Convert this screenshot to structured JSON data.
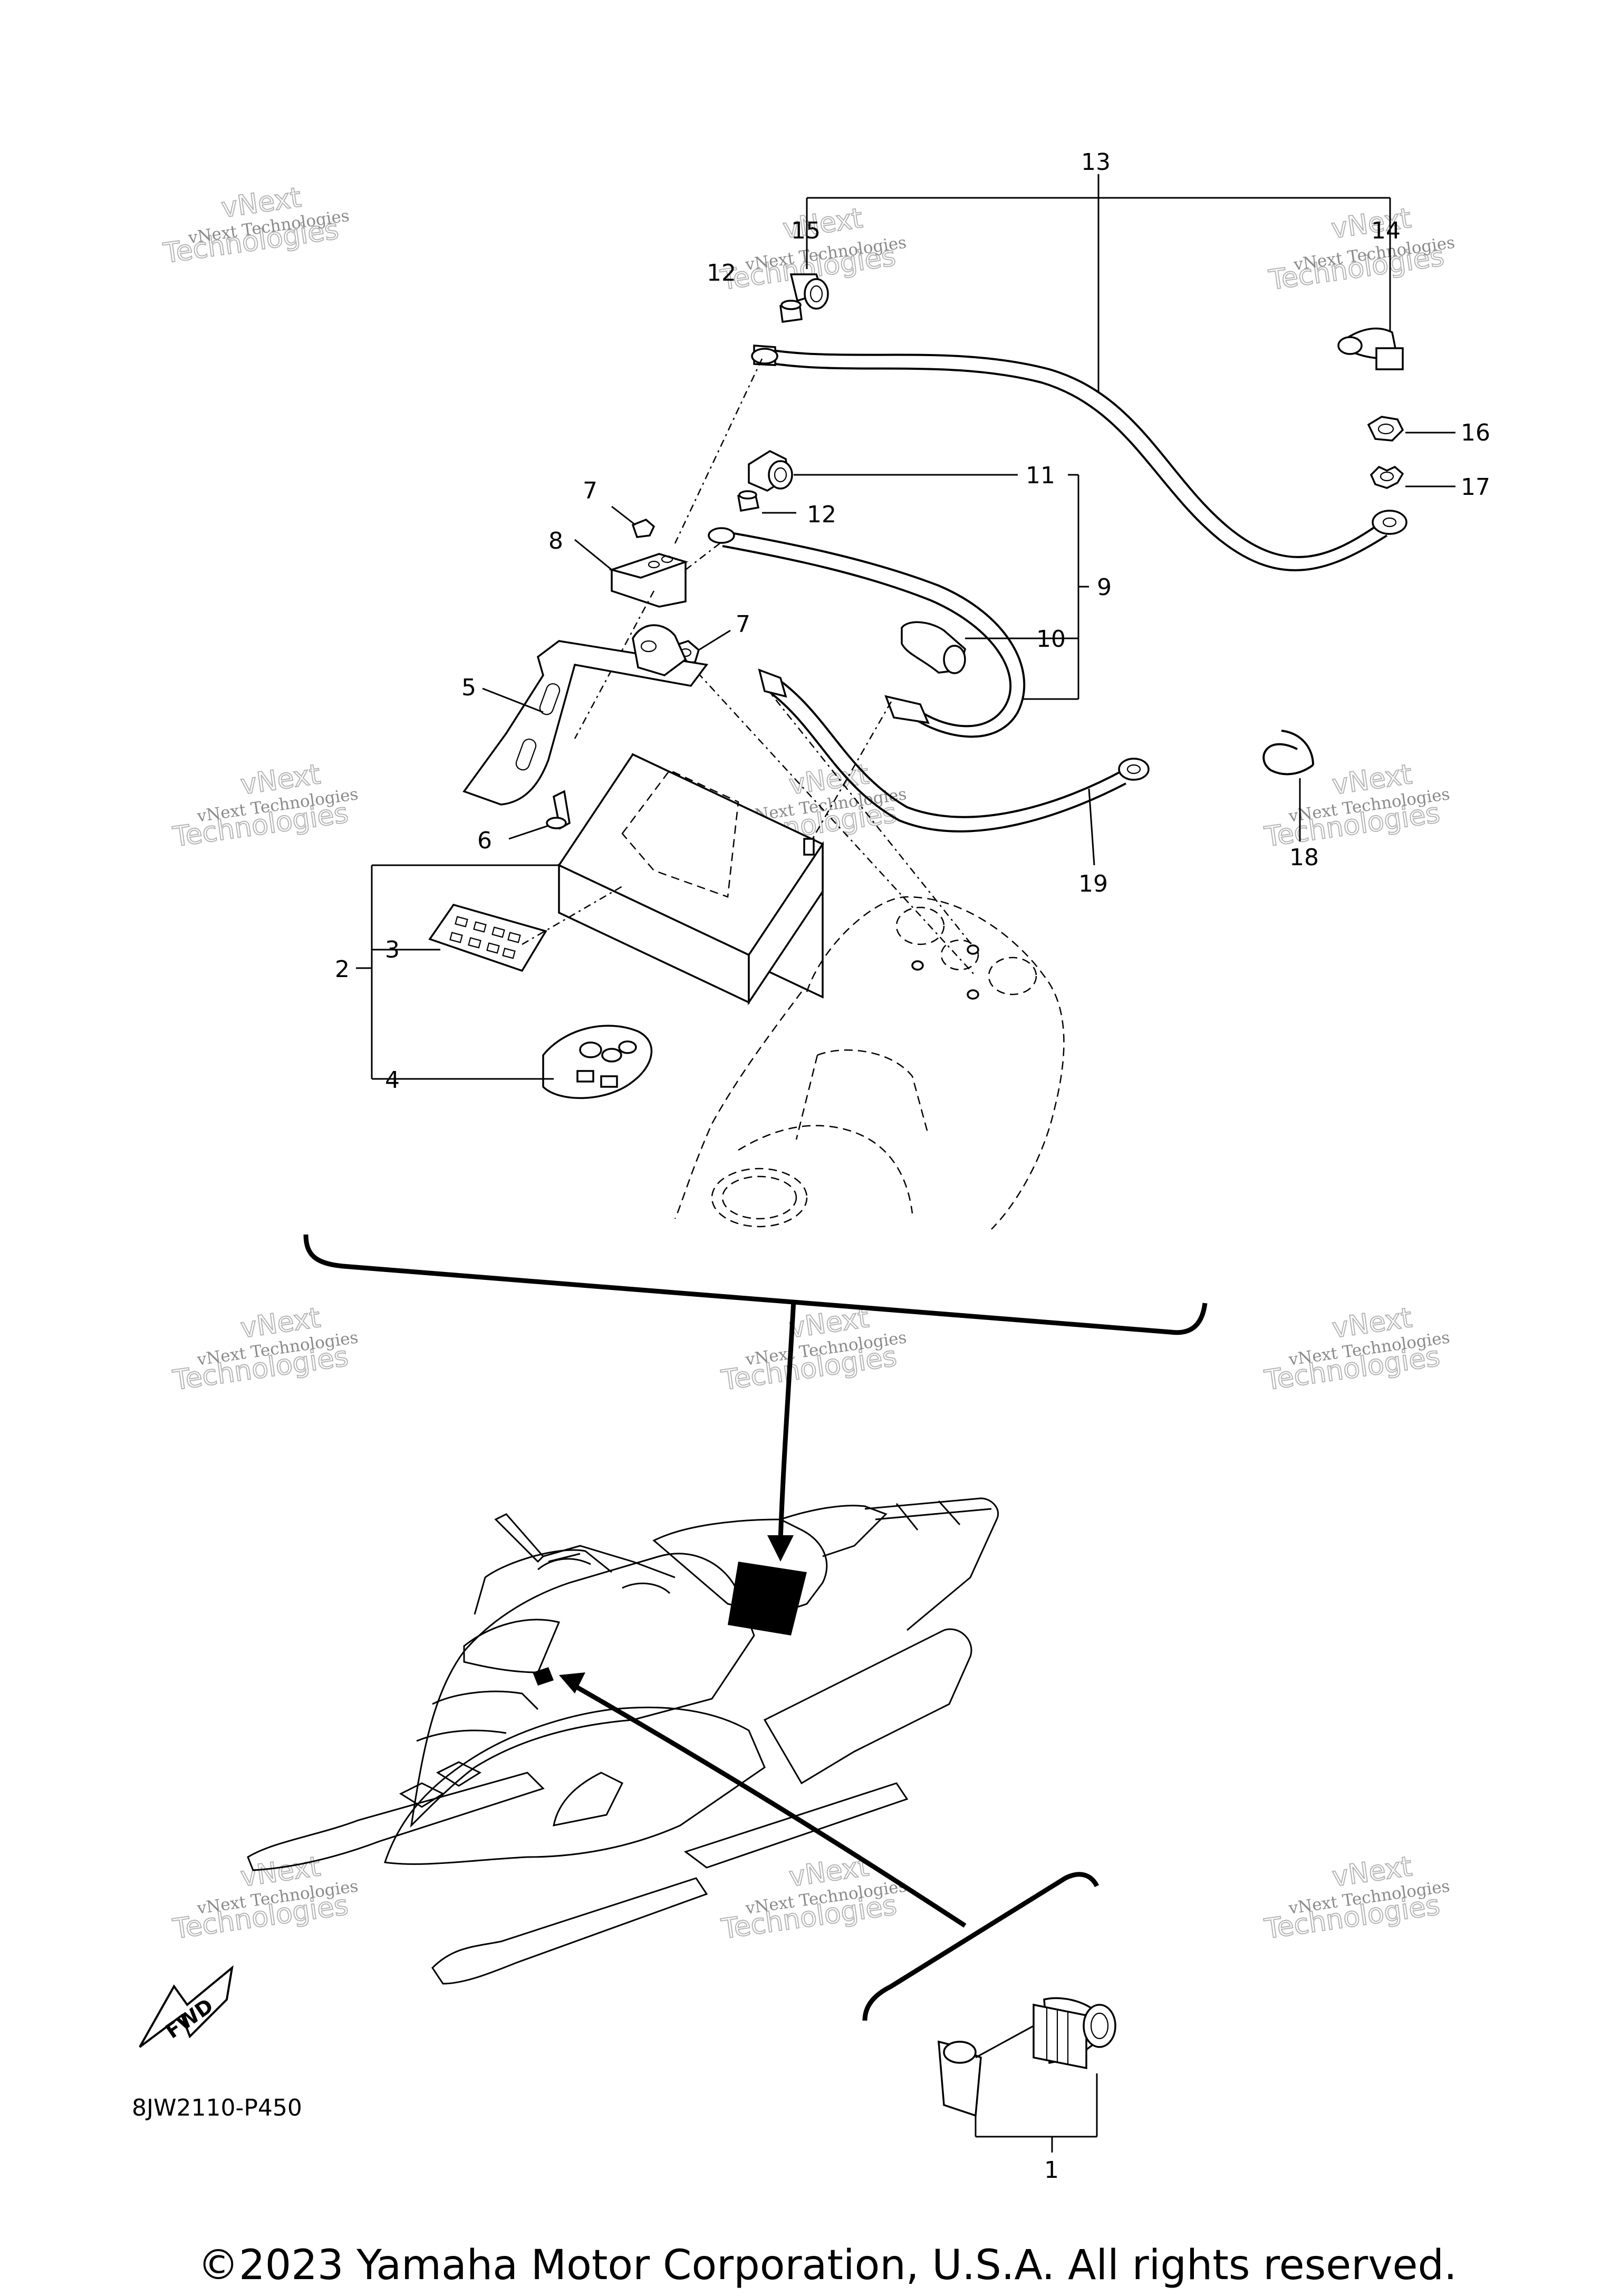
{
  "diagram": {
    "callouts": [
      "1",
      "2",
      "3",
      "4",
      "5",
      "6",
      "7",
      "7",
      "8",
      "9",
      "10",
      "11",
      "12",
      "12",
      "13",
      "14",
      "15",
      "16",
      "17",
      "18",
      "19"
    ],
    "part_code": "8JW2110-P450",
    "fwd_label": "FWD",
    "copyright": "©2023 Yamaha Motor Corporation, U.S.A. All rights reserved.",
    "watermark": {
      "line1": "vNext Technologies",
      "line2": "vNext",
      "line3": "Technologies"
    }
  }
}
